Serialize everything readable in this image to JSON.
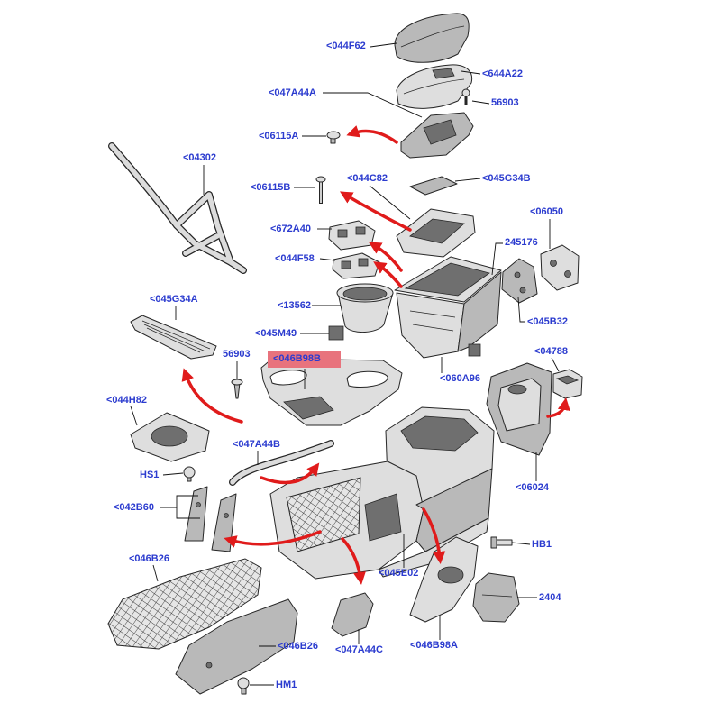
{
  "diagram": {
    "callouts": [
      "<044F62",
      "<644A22",
      "<047A44A",
      "56903",
      "<06115A",
      "<04302",
      "<044C82",
      "<045G34B",
      "<06115B",
      "<06050",
      "<672A40",
      "245176",
      "<044F58",
      "<045G34A",
      "<13562",
      "<045B32",
      "<045M49",
      "56903",
      "<04788",
      "<046B98B",
      "<060A96",
      "<044H82",
      "<047A44B",
      "HS1",
      "<06024",
      "<042B60",
      "HB1",
      "<046B26",
      "<045E02",
      "2404",
      "<046B26",
      "<047A44C",
      "<046B98A",
      "HM1"
    ],
    "selected_callout_index": 19
  },
  "colors": {
    "label_blue": "#2b3bcf",
    "highlight": "#e8737d",
    "arrow_red": "#e01b1b"
  }
}
